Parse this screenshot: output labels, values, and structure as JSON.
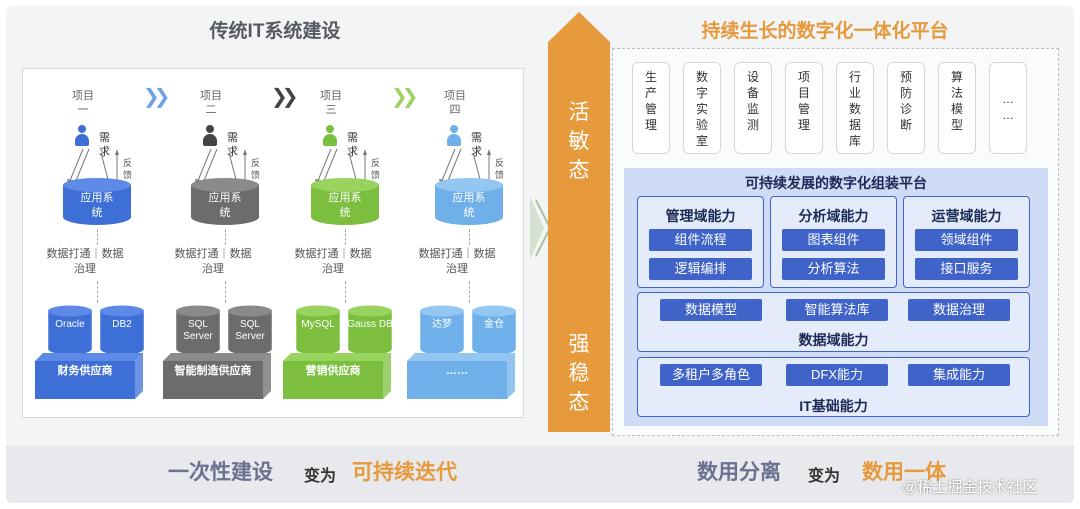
{
  "left": {
    "title": "传统IT系统建设",
    "columns": [
      {
        "project": "项目一",
        "requirement": "需求",
        "feedback": "反馈",
        "app": "应用系统",
        "governance": "数据打通｜数据治理",
        "dbs": [
          "Oracle",
          "DB2"
        ],
        "vendor": "财务供应商",
        "color": "#3d6fd6",
        "top_color": "#5d8ae6",
        "person_color": "#3d6fd6"
      },
      {
        "project": "项目二",
        "requirement": "需求",
        "feedback": "反馈",
        "app": "应用系统",
        "governance": "数据打通｜数据治理",
        "dbs": [
          "SQL Server",
          "SQL Server"
        ],
        "vendor": "智能制造供应商",
        "color": "#6c6c6c",
        "top_color": "#8a8a8a",
        "person_color": "#444444"
      },
      {
        "project": "项目三",
        "requirement": "需求",
        "feedback": "反馈",
        "app": "应用系统",
        "governance": "数据打通｜数据治理",
        "dbs": [
          "MySQL",
          "Gauss DB"
        ],
        "vendor": "营销供应商",
        "color": "#7cbf3f",
        "top_color": "#98d35e",
        "person_color": "#7cbf3f"
      },
      {
        "project": "项目四",
        "requirement": "需求",
        "feedback": "反馈",
        "app": "应用系统",
        "governance": "数据打通｜数据治理",
        "dbs": [
          "达梦",
          "金仓"
        ],
        "vendor": "……",
        "color": "#6fb0ea",
        "top_color": "#93c7f2",
        "person_color": "#6fb0ea"
      }
    ]
  },
  "middle": {
    "top": "活敏态",
    "bottom": "强稳态",
    "color": "#e69a3c"
  },
  "right": {
    "title": "持续生长的数字化一体化平台",
    "business": [
      "生产管理",
      "数字实验室",
      "设备监测",
      "项目管理",
      "行业数据库",
      "预防诊断",
      "算法模型",
      "……"
    ],
    "assembly_title": "可持续发展的数字化组装平台",
    "capabilities": [
      {
        "title": "管理域能力",
        "items": [
          "组件流程",
          "逻辑编排"
        ]
      },
      {
        "title": "分析域能力",
        "items": [
          "图表组件",
          "分析算法"
        ]
      },
      {
        "title": "运营域能力",
        "items": [
          "领域组件",
          "接口服务"
        ]
      }
    ],
    "data_domain": {
      "title": "数据域能力",
      "items": [
        "数据模型",
        "智能算法库",
        "数据治理"
      ]
    },
    "it_domain": {
      "title": "IT基础能力",
      "items": [
        "多租户多角色",
        "DFX能力",
        "集成能力"
      ]
    }
  },
  "bottom": {
    "left_a": "一次性建设",
    "left_mid": "变为",
    "left_b": "可持续迭代",
    "right_a": "数用分离",
    "right_mid": "变为",
    "right_b": "数用一体",
    "watermark": "@稀土掘金技术社区"
  }
}
